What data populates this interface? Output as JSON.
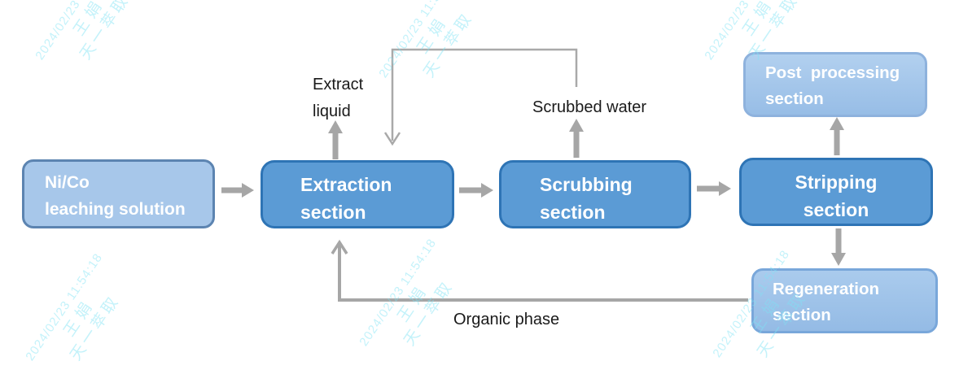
{
  "boxes": {
    "nico": {
      "line1": "Ni/Co",
      "line2": "leaching solution"
    },
    "extraction": {
      "line1": "Extraction",
      "line2": "section"
    },
    "scrubbing": {
      "line1": "Scrubbing",
      "line2": "section"
    },
    "stripping": {
      "line1": "Stripping",
      "line2": "section"
    },
    "postprocessing": {
      "line1": "Post  processing",
      "line2": "section"
    },
    "regeneration": {
      "line1": "Regeneration",
      "line2": "section"
    }
  },
  "labels": {
    "extract_liquid": {
      "line1": "Extract",
      "line2": "liquid"
    },
    "scrubbed_water": "Scrubbed water",
    "organic_phase": "Organic phase"
  },
  "connections": [
    "Ni/Co leaching solution -> Extraction section",
    "Extraction section -> Scrubbing section",
    "Scrubbing section -> Stripping section",
    "Extraction section -> Extract liquid (up)",
    "Scrubbing section -> Scrubbed water -> back into Extraction section (top loop)",
    "Stripping section -> Post processing section (up)",
    "Stripping section -> Regeneration section (down)",
    "Regeneration section -> Organic phase -> back into Extraction section (bottom loop)"
  ],
  "watermark": {
    "date": "2024/02/23 11:54:18",
    "name": "王娟",
    "company": "天一萃取"
  },
  "colors": {
    "dark_box_fill": "#5B9BD5",
    "dark_box_border": "#2E74B5",
    "light_box_fill": "#A7C7EA",
    "light_box_border": "#5C84B1",
    "arrow_gray": "#A6A6A6",
    "box_text": "#FFFFFF",
    "label_text": "#1A1A1A",
    "watermark_cyan": "#7EE3F5"
  }
}
